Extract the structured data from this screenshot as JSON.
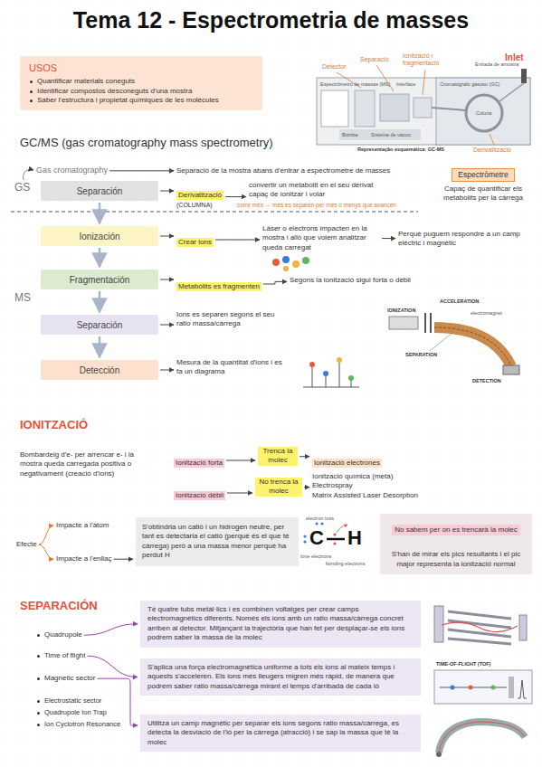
{
  "diagram": {
    "title": "Tema 12 - Espectrometria de masses",
    "nodes": [
      {
        "text": [
          "USOS",
          "Quantificar materials coneguts",
          "Identificar compostos desconeguts d'una mostra",
          "Saber l'estructura i propietat químiques de les molècules"
        ]
      },
      {
        "text": [
          "Gas cromatography"
        ]
      },
      {
        "text": [
          "Separación"
        ]
      },
      {
        "text": [
          "Separació de la mostra abans d'entrar a espectrometre de masses"
        ]
      },
      {
        "text": [
          "Derivatització",
          "(COLUMNA)"
        ]
      },
      {
        "text": [
          "convertir un metabolit en el seu derivat capaç de ionitzar i volar"
        ]
      },
      {
        "text": [
          "Espectròmetre",
          "Capaç de quantificar els metabolits per la càrrega"
        ]
      },
      {
        "text": [
          "Ionización"
        ]
      },
      {
        "text": [
          "Crear ions"
        ]
      },
      {
        "text": [
          "Làser o electrons impacten en la mostra i allò que volem analitzar queda carregat"
        ]
      },
      {
        "text": [
          "Perquè puguem respondre a un camp elèctric i magnètic"
        ]
      },
      {
        "text": [
          "Fragmentación"
        ]
      },
      {
        "text": [
          "Metabòlits es fragmenten"
        ]
      },
      {
        "text": [
          "Segons la ionització sigui forta o dèbil"
        ]
      },
      {
        "text": [
          "Separación"
        ]
      },
      {
        "text": [
          "Ions es separen segons el seu ratio massa/càrrega"
        ]
      },
      {
        "text": [
          "Detección"
        ]
      },
      {
        "text": [
          "Mesura de la quantitat d'ions i es fa un diagrama"
        ]
      },
      {
        "text": [
          "Bombardeig d'e- per arrencar e- i la mostra queda carregada positiva o negativament (creació d'ions)"
        ]
      },
      {
        "text": [
          "Ionització forta"
        ]
      },
      {
        "text": [
          "Trenca la molec"
        ]
      },
      {
        "text": [
          "Ionització electrones"
        ]
      },
      {
        "text": [
          "Ionització dèbil"
        ]
      },
      {
        "text": [
          "No trenca la molec"
        ]
      },
      {
        "text": [
          "Ionització química (metà)",
          "Electrospray",
          "Matrix Assisted Laser Desorption"
        ]
      },
      {
        "text": [
          "Efecte"
        ]
      },
      {
        "text": [
          "Impacte a l'àtom"
        ]
      },
      {
        "text": [
          "Impacte a l'enllaç"
        ]
      },
      {
        "text": [
          "S'obtindria un catió i un hidrogen neutre, per tant es detectaria el catió (perquè és el que té càrrega) però a una massa menor perquè ha perdut H"
        ]
      },
      {
        "text": [
          "No sabem per on es trencarà la molec",
          "S'han de mirar els pics resultants i el pic major representa la ionització normal"
        ]
      },
      {
        "text": [
          "Quadrupole"
        ]
      },
      {
        "text": [
          "Time of flight"
        ]
      },
      {
        "text": [
          "Magnetic sector"
        ]
      },
      {
        "text": [
          "Té quatre tubs metàl·lics i es combinen voltatges per crear camps electromagnètics diferents. Només els ions amb un ratio massa/càrrega concret arriben al detector. Mitjançant la trajectòria que han fet per desplaçar-se els ions podrem saber la massa de la molec"
        ]
      },
      {
        "text": [
          "S'aplica una força electromagnètica uniforme a tots els ions al mateix temps i aquests s'acceleren. Els ions més lleugers migren més ràpid, de manera que podrem saber ratio massa/càrrega mirant el temps d'arribada de cada ió"
        ]
      },
      {
        "text": [
          "Utilitza un camp magnètic per separar els ions segons ratio massa/càrrega, es detecta la desviació de l'ió per la càrrega (atracció) i se sap la massa que té la molec"
        ]
      }
    ],
    "edges": [
      {
        "from": 1,
        "to": 3,
        "arrow": "to"
      },
      {
        "from": 2,
        "to": 4,
        "arrow": "to"
      },
      {
        "from": 4,
        "to": 5,
        "arrow": "to"
      },
      {
        "from": 2,
        "to": 7,
        "arrow": "to"
      },
      {
        "from": 7,
        "to": 11,
        "arrow": "to"
      },
      {
        "from": 11,
        "to": 14,
        "arrow": "to"
      },
      {
        "from": 14,
        "to": 16,
        "arrow": "to"
      },
      {
        "from": 7,
        "to": 8,
        "arrow": "to"
      },
      {
        "from": 8,
        "to": 9,
        "arrow": "to"
      },
      {
        "from": 9,
        "to": 10,
        "arrow": "to"
      },
      {
        "from": 11,
        "to": 12,
        "arrow": "to"
      },
      {
        "from": 12,
        "to": 13,
        "arrow": "to"
      },
      {
        "from": 14,
        "to": 15,
        "arrow": "to"
      },
      {
        "from": 16,
        "to": 17,
        "arrow": "to"
      },
      {
        "from": 19,
        "to": 20,
        "arrow": "to"
      },
      {
        "from": 20,
        "to": 21,
        "arrow": "to"
      },
      {
        "from": 22,
        "to": 23,
        "arrow": "to"
      },
      {
        "from": 23,
        "to": 24,
        "arrow": "to"
      },
      {
        "from": 25,
        "to": 26,
        "arrow": "to"
      },
      {
        "from": 25,
        "to": 27,
        "arrow": "to"
      },
      {
        "from": 27,
        "to": 28,
        "arrow": "to"
      },
      {
        "from": 30,
        "to": 33,
        "arrow": "to"
      },
      {
        "from": 31,
        "to": 34,
        "arrow": "to"
      },
      {
        "from": 32,
        "to": 35,
        "arrow": "to"
      }
    ],
    "labels": [
      "GC/MS (gas cromatography mass spectrometry)",
      "GS",
      "MS",
      "corre més → més es separen per més o menys que avancen",
      "IONITZACIÓ",
      "SEPARACIÓN",
      "Electrostatic sector",
      "Quadrupole Ion Trap",
      "Ion Cyclotron Resonance",
      "electron loss",
      "C",
      "H",
      "lone electrons",
      "bonding electrons",
      "Detector",
      "Separació",
      "Ionització i fragmentació",
      "Inlet",
      "Derivatització",
      "Cromatógrafo gasoso (GC)",
      "Entrada de amostra",
      "Espectrômetro de massas (MS)",
      "Interface",
      "Coluna",
      "Bomba",
      "Sistema de vácuo",
      "Representação esquemática: GC-MS",
      "IONIZATION",
      "ACCELERATION",
      "electromagnet",
      "SEPARATION",
      "DETECTION",
      "TIME-OF-FLIGHT (TOF)"
    ]
  }
}
